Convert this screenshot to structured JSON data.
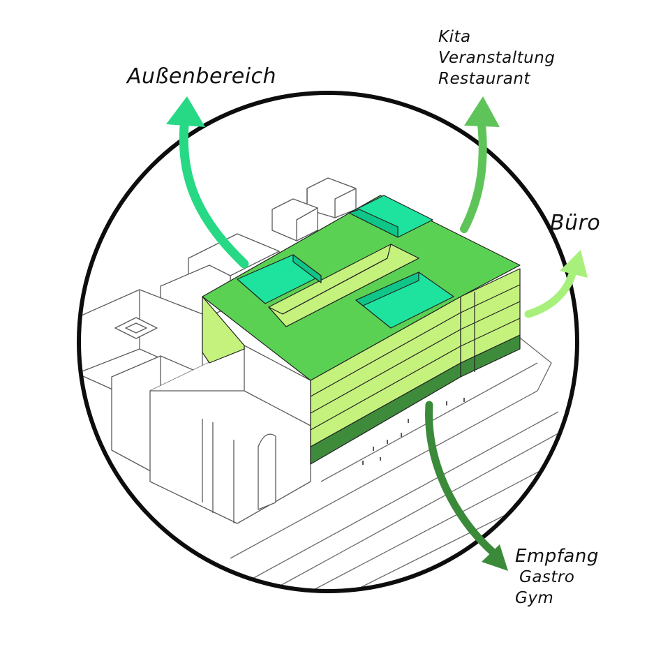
{
  "labels": {
    "outdoor": "Außenbereich",
    "top": [
      "Kita",
      "Veranstaltung",
      "Restaurant"
    ],
    "office": "Büro",
    "ground": [
      "Empfang",
      "Gastro",
      "Gym"
    ]
  },
  "colors": {
    "roof": "#5bd154",
    "upper_floors": "#c5f27d",
    "ground_floor": "#3e8c3b",
    "courtyard": "#1ee39e",
    "arrow_outdoor": "#27d985",
    "arrow_top": "#5ec45a",
    "arrow_office": "#a8f07c",
    "arrow_ground": "#3a8a3a",
    "outline": "#111111",
    "context_stroke": "#6a6a6a"
  }
}
